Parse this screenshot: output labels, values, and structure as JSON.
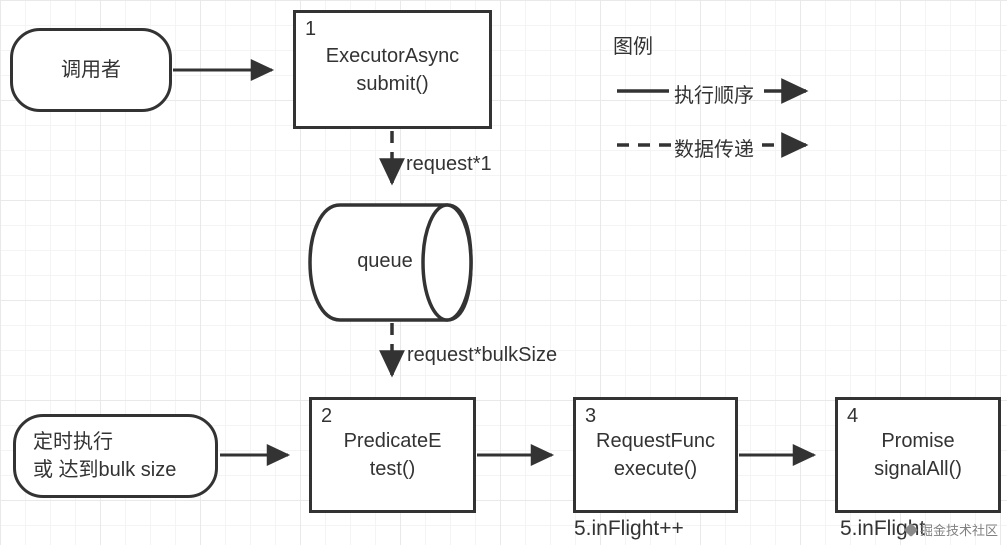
{
  "diagram": {
    "legend": {
      "title": "图例",
      "solid_label": "执行顺序",
      "dashed_label": "数据传递"
    },
    "nodes": {
      "caller": {
        "label": "调用者"
      },
      "step1": {
        "num": "1",
        "name": "ExecutorAsync",
        "method": "submit()"
      },
      "queue": {
        "label": "queue"
      },
      "trigger": {
        "line1": "定时执行",
        "line2": "或 达到bulk size"
      },
      "step2": {
        "num": "2",
        "name": "PredicateE",
        "method": "test()"
      },
      "step3": {
        "num": "3",
        "name": "RequestFunc",
        "method": "execute()",
        "note": "5.inFlight++"
      },
      "step4": {
        "num": "4",
        "name": "Promise",
        "method": "signalAll()",
        "note": "5.inFlight"
      }
    },
    "edge_labels": {
      "to_queue": "request*1",
      "from_queue": "request*bulkSize"
    },
    "watermark": {
      "text": "掘金技术社区"
    },
    "colors": {
      "stroke": "#333333",
      "text": "#333333",
      "watermark": "#808080"
    }
  }
}
